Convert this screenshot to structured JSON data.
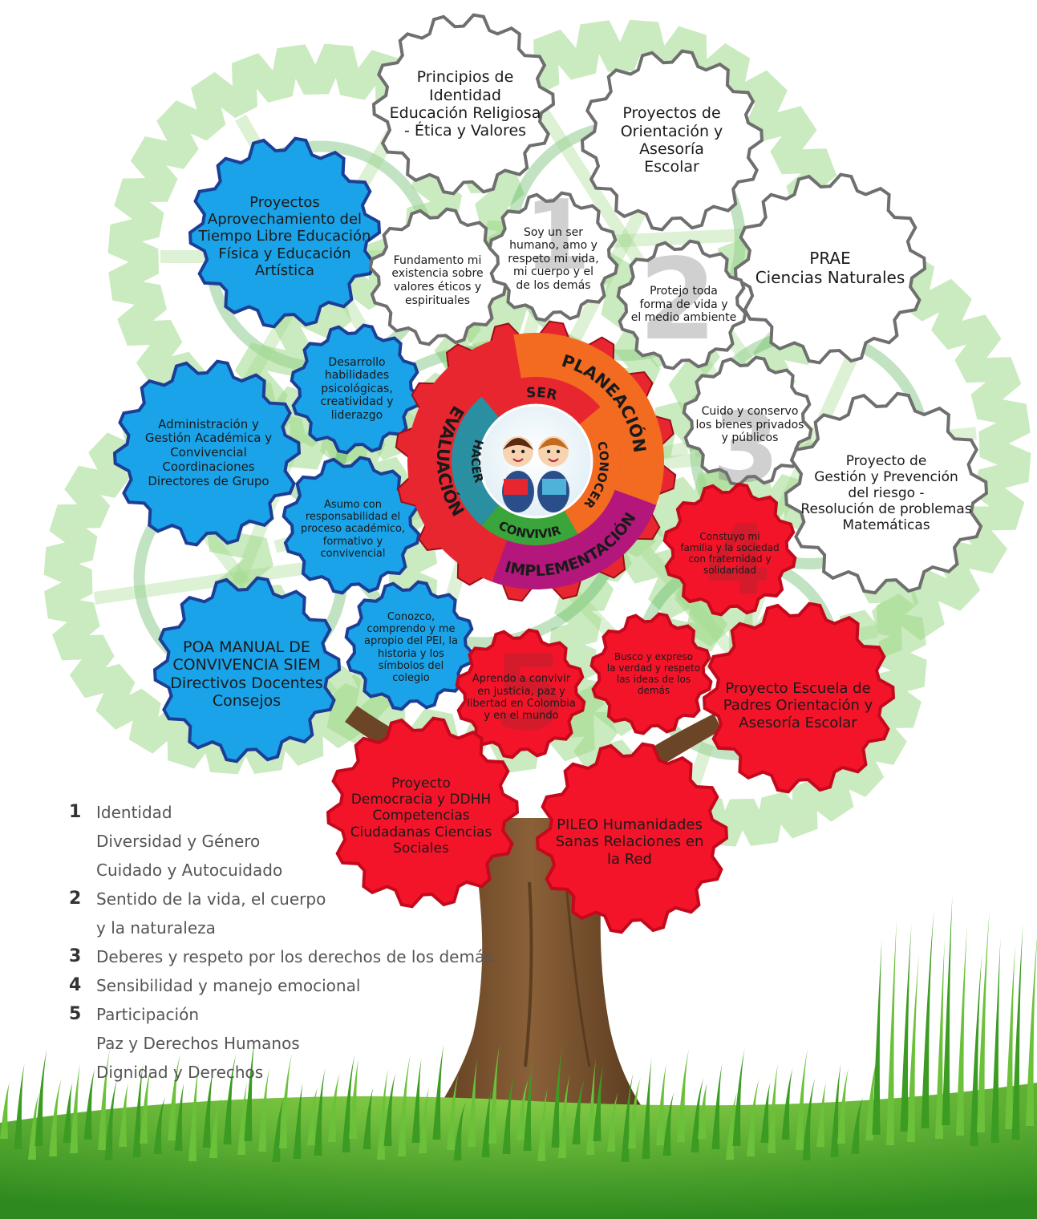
{
  "gears": {
    "principios": [
      "Principios de",
      "Identidad",
      "Educación Religiosa",
      "- Ética y Valores"
    ],
    "orientacion": [
      "Proyectos de",
      "Orientación y",
      "Asesoría",
      "Escolar"
    ],
    "prae": [
      "PRAE",
      "Ciencias Naturales"
    ],
    "aprovechamiento": [
      "Proyectos",
      "Aprovechamiento del",
      "Tiempo Libre Educación",
      "Física y Educación",
      "Artística"
    ],
    "fundamento": [
      "Fundamento mi",
      "existencia sobre",
      "valores éticos y",
      "espirituales"
    ],
    "soy_ser": [
      "Soy un ser",
      "humano, amo y",
      "respeto mi vida,",
      "mi cuerpo y el",
      "de los demás"
    ],
    "protejo": [
      "Protejo toda",
      "forma de vida y",
      "el medio ambiente"
    ],
    "desarrollo": [
      "Desarrollo",
      "habilidades",
      "psicológicas,",
      "creatividad y",
      "liderazgo"
    ],
    "administracion": [
      "Administración y",
      "Gestión Académica y",
      "Convivencial",
      "Coordinaciones",
      "Directores de Grupo"
    ],
    "cuido": [
      "Cuido y conservo",
      "los bienes privados",
      "y públicos"
    ],
    "gestion_riesgo": [
      "Proyecto de",
      "Gestión y Prevención",
      "del riesgo -",
      "Resolución de problemas",
      "Matemáticas"
    ],
    "asumo": [
      "Asumo con",
      "responsabilidad el",
      "proceso académico,",
      "formativo y",
      "convivencial"
    ],
    "construyo": [
      "Constuyo mi",
      "familia y la sociedad",
      "con fraternidad y",
      "solidaridad"
    ],
    "poa": [
      "POA MANUAL DE",
      "CONVIVENCIA SIEM",
      "Directivos Docentes",
      "Consejos"
    ],
    "conozco": [
      "Conozco,",
      "comprendo y me",
      "apropio del PEI, la",
      "historia y los",
      "símbolos del",
      "colegio"
    ],
    "aprendo": [
      "Aprendo a convivir",
      "en justicia, paz y",
      "libertad en Colombia",
      "y en el mundo"
    ],
    "busco": [
      "Busco y expreso",
      "la verdad y respeto",
      "las ideas de los",
      "demás"
    ],
    "escuela_padres": [
      "Proyecto Escuela de",
      "Padres Orientación y",
      "Asesoría Escolar"
    ],
    "democracia": [
      "Proyecto",
      "Democracia y DDHH",
      "Competencias",
      "Ciudadanas Ciencias",
      "Sociales"
    ],
    "pileo": [
      "PILEO Humanidades",
      "Sanas Relaciones en",
      "la Red"
    ]
  },
  "big_numbers": {
    "n1": "1",
    "n2": "2",
    "n3": "3",
    "n4": "4",
    "n5": "5"
  },
  "hub": {
    "outer": {
      "planeacion": "PLANEACIÓN",
      "implementacion": "IMPLEMENTACIÓN",
      "evaluacion": "EVALUACIÓN"
    },
    "inner": {
      "ser": "SER",
      "conocer": "CONOCER",
      "convivir": "CONVIVIR",
      "hacer": "HACER"
    }
  },
  "legend": [
    {
      "num": "1",
      "lines": [
        "Identidad",
        "Diversidad y Género",
        "Cuidado y Autocuidado"
      ]
    },
    {
      "num": "2",
      "lines": [
        "Sentido de la vida, el cuerpo",
        "y la naturaleza"
      ]
    },
    {
      "num": "3",
      "lines": [
        "Deberes y respeto por los derechos de los demás."
      ]
    },
    {
      "num": "4",
      "lines": [
        "Sensibilidad y manejo emocional"
      ]
    },
    {
      "num": "5",
      "lines": [
        "Participación",
        "Paz y Derechos Humanos",
        "Dignidad y Derechos"
      ]
    }
  ],
  "colors": {
    "blue": "#1aa3e8",
    "blue_border": "#1c3f95",
    "red": "#f4142a",
    "red_border": "#c4091c",
    "white": "#ffffff",
    "white_border": "#6f6f6f",
    "green_light": "#9fd98a",
    "green_dark": "#4caf50",
    "trunk": "#7a5230",
    "hub_red": "#e8262f",
    "hub_orange": "#f36b21",
    "hub_magenta": "#b3177b",
    "hub_green": "#3aa53a",
    "hub_teal": "#2a8fa0"
  }
}
